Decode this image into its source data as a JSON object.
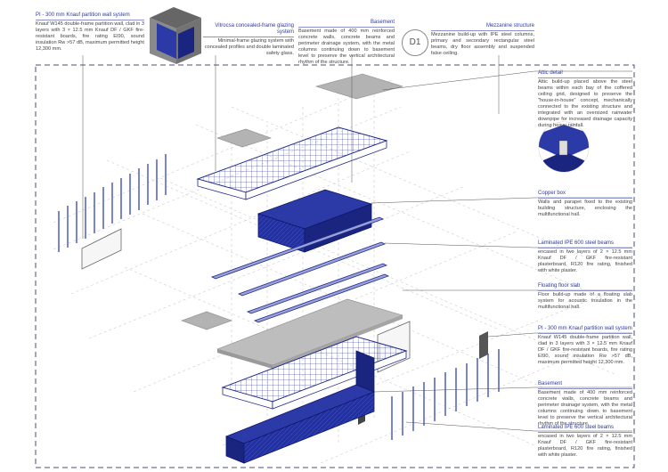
{
  "badge": "D1",
  "top": {
    "partition": {
      "title": "PI - 300 mm Knauf partition wall system",
      "text": "Knauf W145 double-frame partition wall, clad in 3 layers with 3 × 12.5 mm Knauf DF / GKF fire-resistant boards, fire rating EI90, sound insulation Rw >57 dB, maximum permitted height 12,300 mm."
    },
    "glazing": {
      "title": "Vitrocsa concealed-frame glazing system",
      "text": "Minimal-frame glazing system with concealed profiles and double laminated safety glass."
    },
    "basement": {
      "title": "Basement",
      "text": "Basement made of 400 mm reinforced concrete walls, concrete beams and perimeter drainage system, with the metal columns continuing down to basement level to preserve the vertical architectural rhythm of the structure."
    },
    "mezzanine": {
      "title": "Mezzanine structure",
      "text": "Mezzanine build-up with IPE steel columns, primary and secondary rectangular steel beams, dry floor assembly and suspended false ceiling."
    }
  },
  "right": [
    {
      "title": "Attic detail",
      "text": "Attic build-up placed above the steel beams within each bay of the coffered ceiling grid, designed to preserve the \"house-in-house\" concept, mechanically connected to the existing structure and integrated with an oversized rainwater downpipe for increased drainage capacity during heavy rainfall."
    },
    {
      "title": "Copper box",
      "text": "Walls and parapet fixed to the existing building structure, enclosing the multifunctional hall."
    },
    {
      "title": "Laminated IPE 600 steel beams",
      "text": "encased in two layers of 2 × 12.5 mm Knauf DF / GKF fire-resistant plasterboard, R120 fire rating, finished with white plaster."
    },
    {
      "title": "Floating floor slab",
      "text": "Floor build-up made of a floating slab system for acoustic insulation in the multifunctional hall."
    },
    {
      "title": "PI - 300 mm Knauf partition wall system",
      "text": "Knauf W145 double-frame partition wall, clad in 3 layers with 3 × 12.5 mm Knauf DF / GKF fire-resistant boards, fire rating EI90, sound insulation Rw >57 dB, maximum permitted height 12,300 mm."
    },
    {
      "title": "Basement",
      "text": "Basement made of 400 mm reinforced concrete walls, concrete beams and perimeter drainage system, with the metal columns continuing down to basement level to preserve the vertical architectural rhythm of the structure."
    },
    {
      "title": "Laminated IPE 600 steel beams",
      "text": "encased in two layers of 2 × 12.5 mm Knauf DF / GKF fire-resistant plasterboard, R120 fire rating, finished with white plaster."
    }
  ],
  "colors": {
    "accent": "#2b3aa0",
    "navy": "#1f2a8a",
    "slab": "#b8b8b8",
    "line": "#8a8a8a"
  }
}
